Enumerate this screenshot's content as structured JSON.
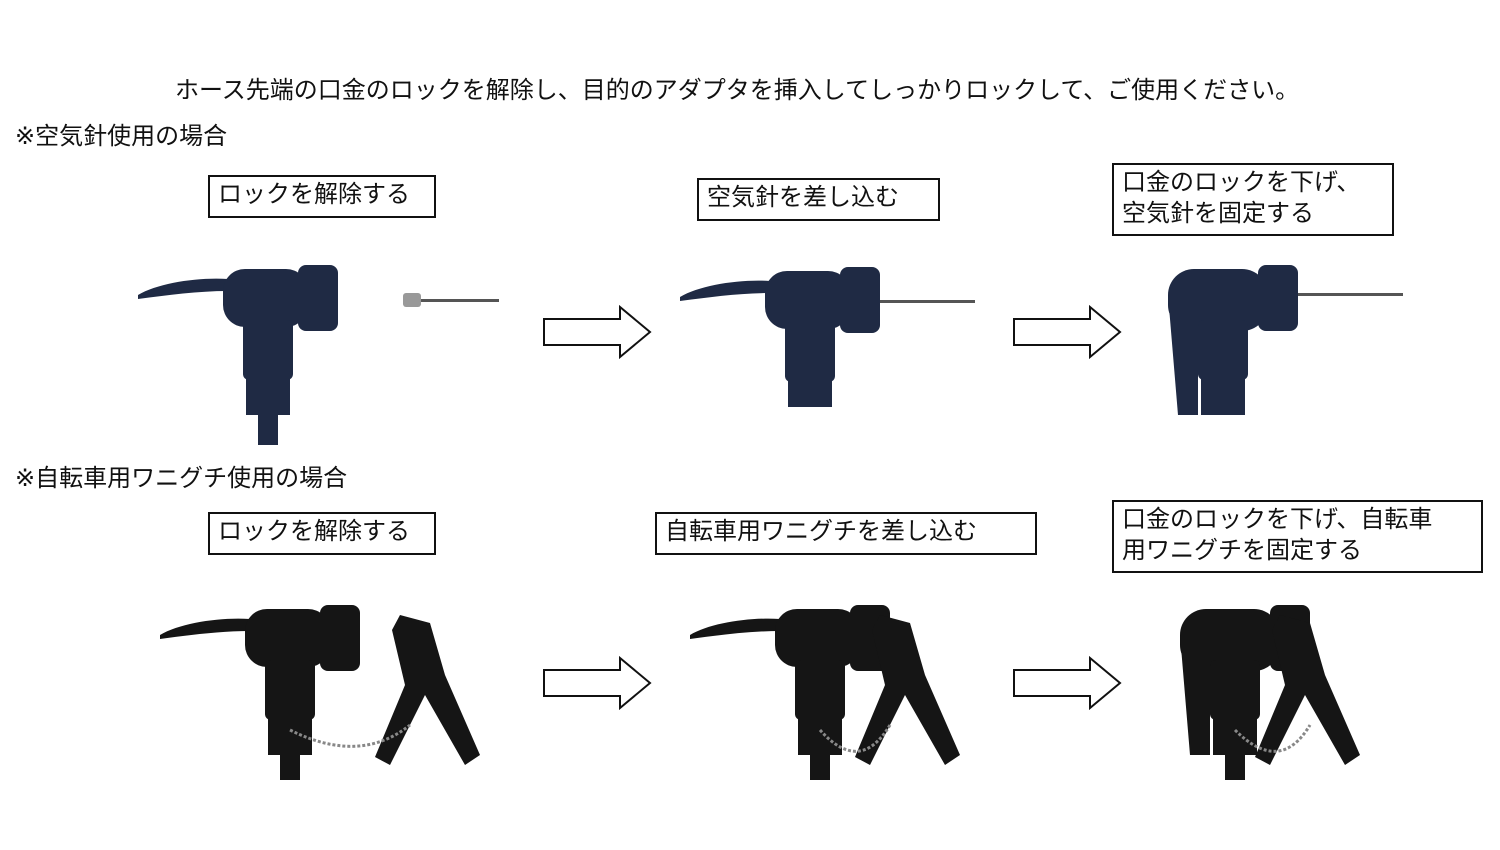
{
  "instruction": "ホース先端の口金のロックを解除し、目的のアダプタを挿入してしっかりロックして、ご使用ください。",
  "sections": [
    {
      "heading": "※空気針使用の場合",
      "steps": [
        {
          "label": "ロックを解除する"
        },
        {
          "label": "空気針を差し込む"
        },
        {
          "label_line1": "口金のロックを下げ、",
          "label_line2": "空気針を固定する"
        }
      ]
    },
    {
      "heading": "※自転車用ワニグチ使用の場合",
      "steps": [
        {
          "label": "ロックを解除する"
        },
        {
          "label": "自転車用ワニグチを差し込む"
        },
        {
          "label_line1": "口金のロックを下げ、自転車",
          "label_line2": "用ワニグチを固定する"
        }
      ]
    }
  ],
  "colors": {
    "nozzle_navy": "#1f2a44",
    "nozzle_black": "#151515"
  }
}
